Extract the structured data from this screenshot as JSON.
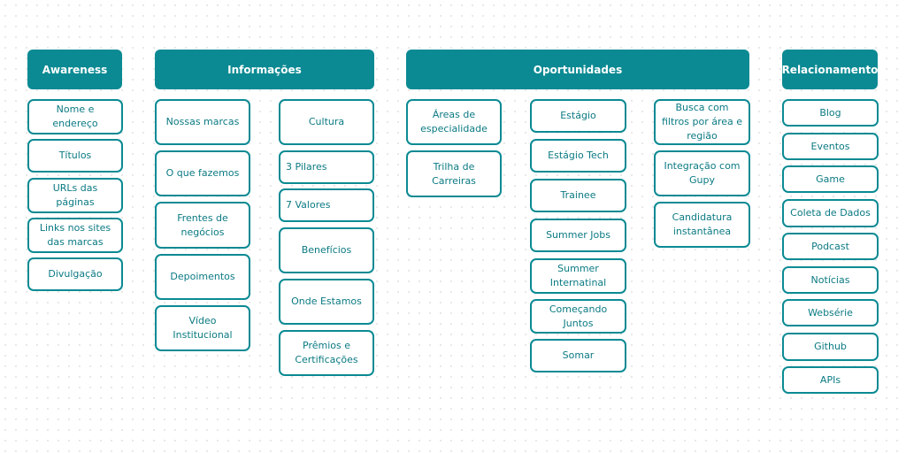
{
  "headers": {
    "awareness": "Awareness",
    "informacoes": "Informações",
    "oportunidades": "Oportunidades",
    "relacionamento": "Relacionamento"
  },
  "awareness": [
    "Nome e endereço",
    "Títulos",
    "URLs das páginas",
    "Links nos sites das marcas",
    "Divulgação"
  ],
  "informacoes": {
    "col1": [
      "Nossas marcas",
      "O que fazemos",
      "Frentes de negócios",
      "Depoimentos",
      "Vídeo Institucional"
    ],
    "col2": [
      "Cultura",
      "3 Pilares",
      "7 Valores",
      "Benefícios",
      "Onde Estamos",
      "Prêmios e Certificações"
    ]
  },
  "oportunidades": {
    "col1": [
      "Áreas de especialidade",
      "Trilha de Carreiras"
    ],
    "col2": [
      "Estágio",
      "Estágio Tech",
      "Trainee",
      "Summer Jobs",
      "Summer Internatinal",
      "Começando Juntos",
      "Somar"
    ],
    "col3": [
      "Busca com filtros por área e região",
      "Integração com Gupy",
      "Candidatura instantânea"
    ]
  },
  "relacionamento": [
    "Blog",
    "Eventos",
    "Game",
    "Coleta de Dados",
    "Podcast",
    "Notícias",
    "Websérie",
    "Github",
    "APIs"
  ]
}
